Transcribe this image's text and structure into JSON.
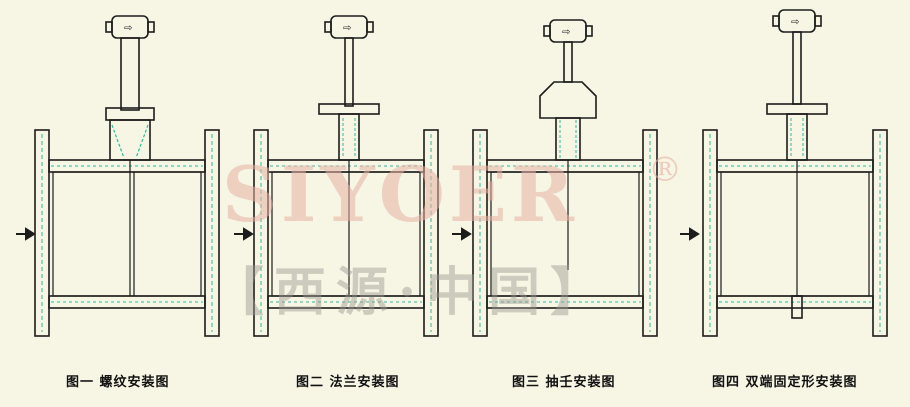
{
  "figures": [
    {
      "caption": "图一  螺纹安装图",
      "type": "thread"
    },
    {
      "caption": "图二  法兰安装图",
      "type": "flange"
    },
    {
      "caption": "图三  抽壬安装图",
      "type": "hot"
    },
    {
      "caption": "图四  双端固定形安装图",
      "type": "double"
    }
  ],
  "watermark": {
    "brand": "SIYOER",
    "reg": "®",
    "sub": "【西源·中国】"
  },
  "colors": {
    "line": "#1c1c1c",
    "accent": "#2fb7a2",
    "background": "#f7f5e4",
    "watermark": "#e8b2a6"
  }
}
